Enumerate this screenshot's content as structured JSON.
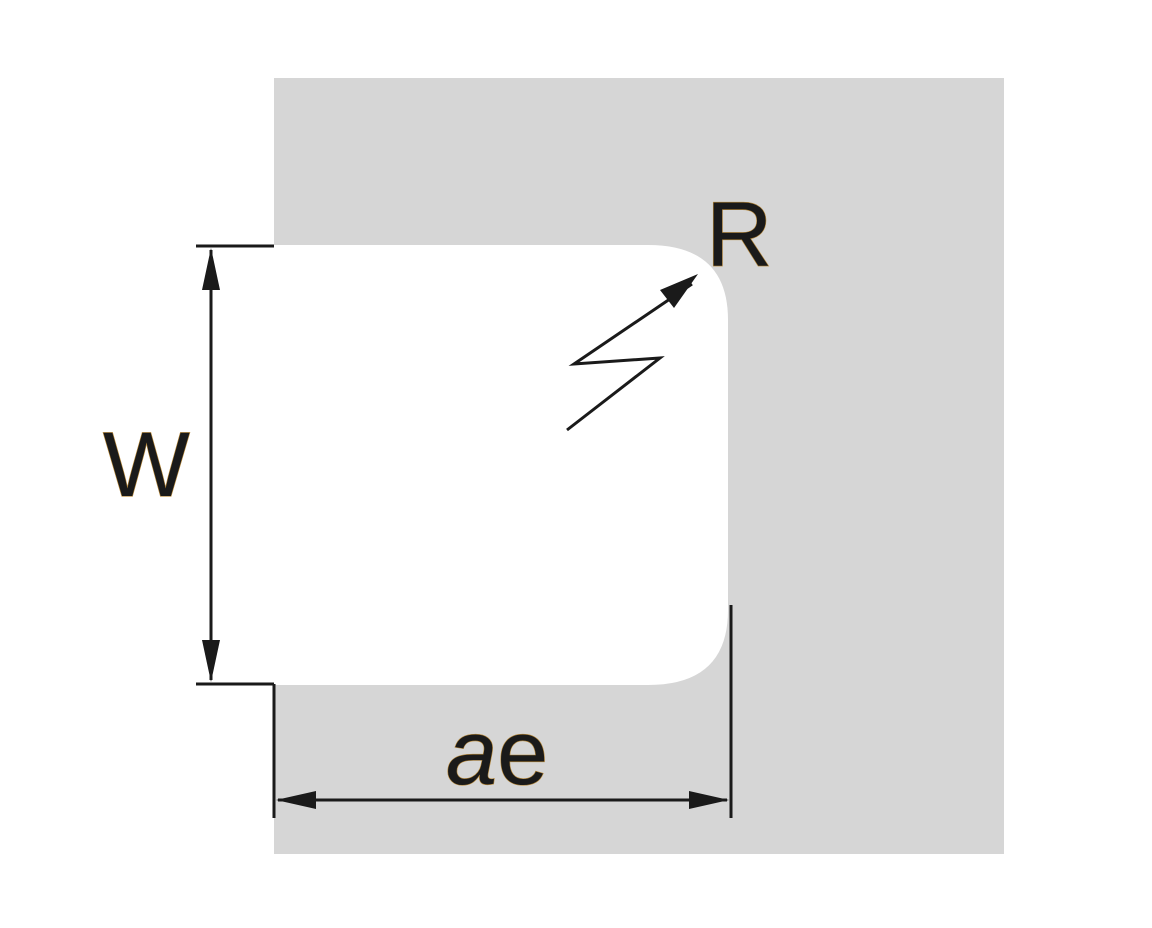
{
  "labels": {
    "width": "W",
    "radius": "R",
    "ae_italic_part": "a",
    "ae_upright_part": "e"
  },
  "colors": {
    "material": "#d6d6d6",
    "slot": "#ffffff",
    "line": "#1a1a1a",
    "label_outline": "#b8893a"
  }
}
